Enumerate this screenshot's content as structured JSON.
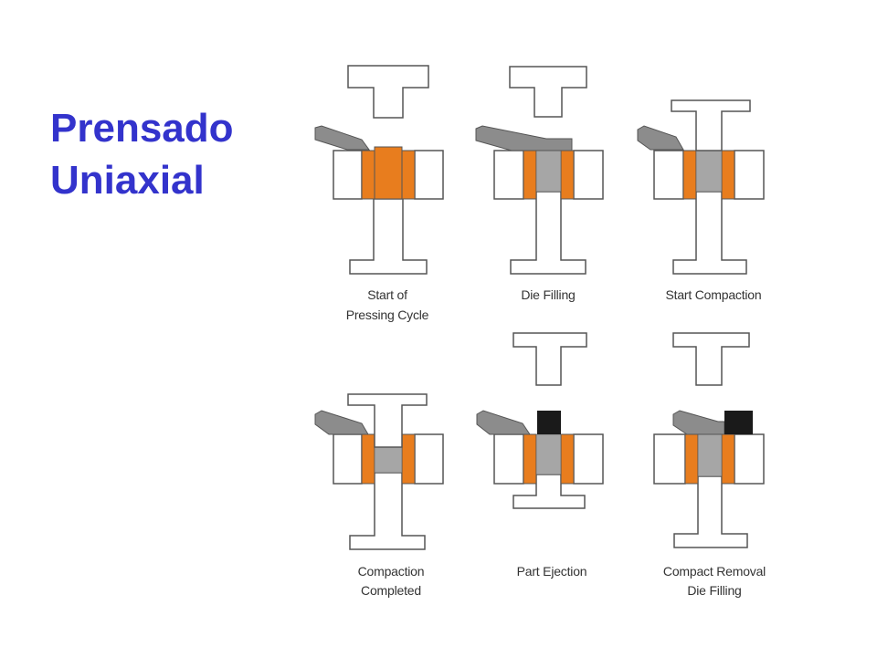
{
  "slide": {
    "title_lines": [
      "Prensado",
      "Uniaxial"
    ]
  },
  "diagram": {
    "panels": [
      {
        "label_lines": [
          "Start of",
          "Pressing Cycle"
        ]
      },
      {
        "label_lines": [
          "Die Filling"
        ]
      },
      {
        "label_lines": [
          "Start Compaction"
        ]
      },
      {
        "label_lines": [
          "Compaction",
          "Completed"
        ]
      },
      {
        "label_lines": [
          "Part Ejection"
        ]
      },
      {
        "label_lines": [
          "Compact Removal",
          "Die Filling"
        ]
      }
    ]
  },
  "colors": {
    "title": "#3333cc",
    "die_wall": "#e87d1e",
    "powder": "#a6a6a6",
    "feed_shoe": "#8c8c8c",
    "compact": "#1a1a1a",
    "outline": "#555555",
    "label": "#333333",
    "background": "#ffffff"
  }
}
